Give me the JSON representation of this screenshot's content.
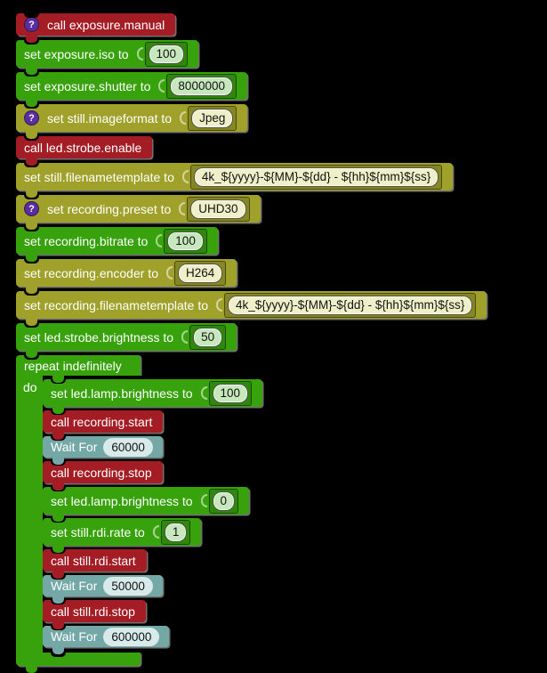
{
  "icons": {
    "help_glyph": "?"
  },
  "palette": {
    "background": "#000000",
    "call_block": "#a41d24",
    "set_block_green": "#38a20c",
    "set_block_olive": "#a0a12a",
    "wait_block_teal": "#74a8a6",
    "help_icon_bg": "#5a2e9e",
    "field_green": "#c7e7bd",
    "field_olive": "#efefc9",
    "field_teal": "#d8ebea",
    "block_text": "#ffffff",
    "field_text": "#121212"
  },
  "blocks": [
    {
      "kind": "call",
      "color": "red",
      "help": true,
      "label": "call exposure.manual"
    },
    {
      "kind": "set",
      "color": "green",
      "label": "set exposure.iso to",
      "value": "100"
    },
    {
      "kind": "set",
      "color": "green",
      "label": "set exposure.shutter to",
      "value": "8000000"
    },
    {
      "kind": "set",
      "color": "olive",
      "help": true,
      "label": "set still.imageformat to",
      "value": "Jpeg"
    },
    {
      "kind": "call",
      "color": "red",
      "label": "call led.strobe.enable"
    },
    {
      "kind": "set",
      "color": "olive",
      "label": "set still.filenametemplate to",
      "value": "4k_${yyyy}-${MM}-${dd} - ${hh}${mm}${ss}"
    },
    {
      "kind": "set",
      "color": "olive",
      "help": true,
      "label": "set recording.preset to",
      "value": "UHD30"
    },
    {
      "kind": "set",
      "color": "green",
      "label": "set recording.bitrate to",
      "value": "100"
    },
    {
      "kind": "set",
      "color": "olive",
      "label": "set recording.encoder to",
      "value": "H264"
    },
    {
      "kind": "set",
      "color": "olive",
      "label": "set recording.filenametemplate to",
      "value": "4k_${yyyy}-${MM}-${dd} - ${hh}${mm}${ss}"
    },
    {
      "kind": "set",
      "color": "green",
      "label": "set led.strobe.brightness to",
      "value": "50"
    }
  ],
  "repeat": {
    "label": "repeat indefinitely",
    "do_label": "do",
    "children": [
      {
        "kind": "set",
        "color": "green",
        "label": "set led.lamp.brightness to",
        "value": "100"
      },
      {
        "kind": "call",
        "color": "red",
        "label": "call recording.start"
      },
      {
        "kind": "wait",
        "color": "teal",
        "label": "Wait For",
        "value": "60000"
      },
      {
        "kind": "call",
        "color": "red",
        "label": "call recording.stop"
      },
      {
        "kind": "set",
        "color": "green",
        "label": "set led.lamp.brightness to",
        "value": "0"
      },
      {
        "kind": "set",
        "color": "green",
        "label": "set still.rdi.rate to",
        "value": "1"
      },
      {
        "kind": "call",
        "color": "red",
        "label": "call still.rdi.start"
      },
      {
        "kind": "wait",
        "color": "teal",
        "label": "Wait For",
        "value": "50000"
      },
      {
        "kind": "call",
        "color": "red",
        "label": "call still.rdi.stop"
      },
      {
        "kind": "wait",
        "color": "teal",
        "label": "Wait For",
        "value": "600000"
      }
    ]
  }
}
